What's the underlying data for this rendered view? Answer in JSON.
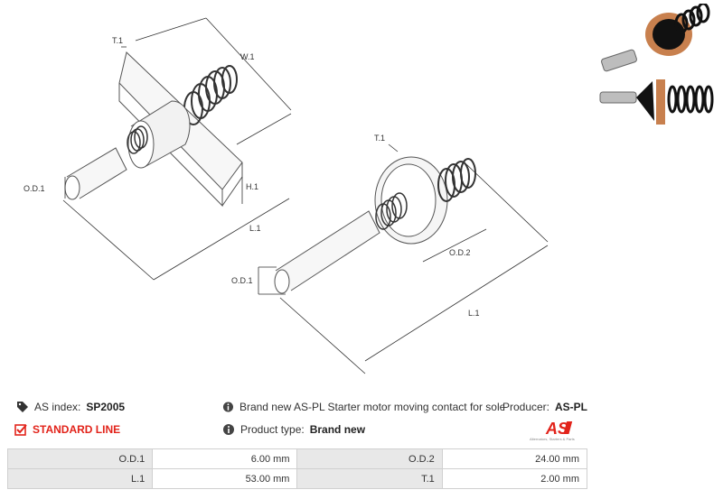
{
  "dimensions": {
    "t1": "T.1",
    "w1": "W.1",
    "h1": "H.1",
    "od1": "O.D.1",
    "od2": "O.D.2",
    "l1": "L.1"
  },
  "info": {
    "index_label": "AS index:",
    "index_value": "SP2005",
    "line_label": "STANDARD LINE",
    "description": "Brand new AS-PL Starter motor moving contact for solenoid",
    "producer_label": "Producer:",
    "producer_value": "AS-PL",
    "product_type_label": "Product type:",
    "product_type_value": "Brand new"
  },
  "logo": {
    "text": "AS",
    "tagline": "Alternators, Starters & Parts"
  },
  "specs": [
    {
      "label1": "O.D.1",
      "value1": "6.00 mm",
      "label2": "O.D.2",
      "value2": "24.00 mm"
    },
    {
      "label1": "L.1",
      "value1": "53.00 mm",
      "label2": "T.1",
      "value2": "2.00 mm"
    }
  ],
  "colors": {
    "accent_red": "#e2231a",
    "table_label_bg": "#e8e8e8",
    "copper": "#c8804e"
  }
}
